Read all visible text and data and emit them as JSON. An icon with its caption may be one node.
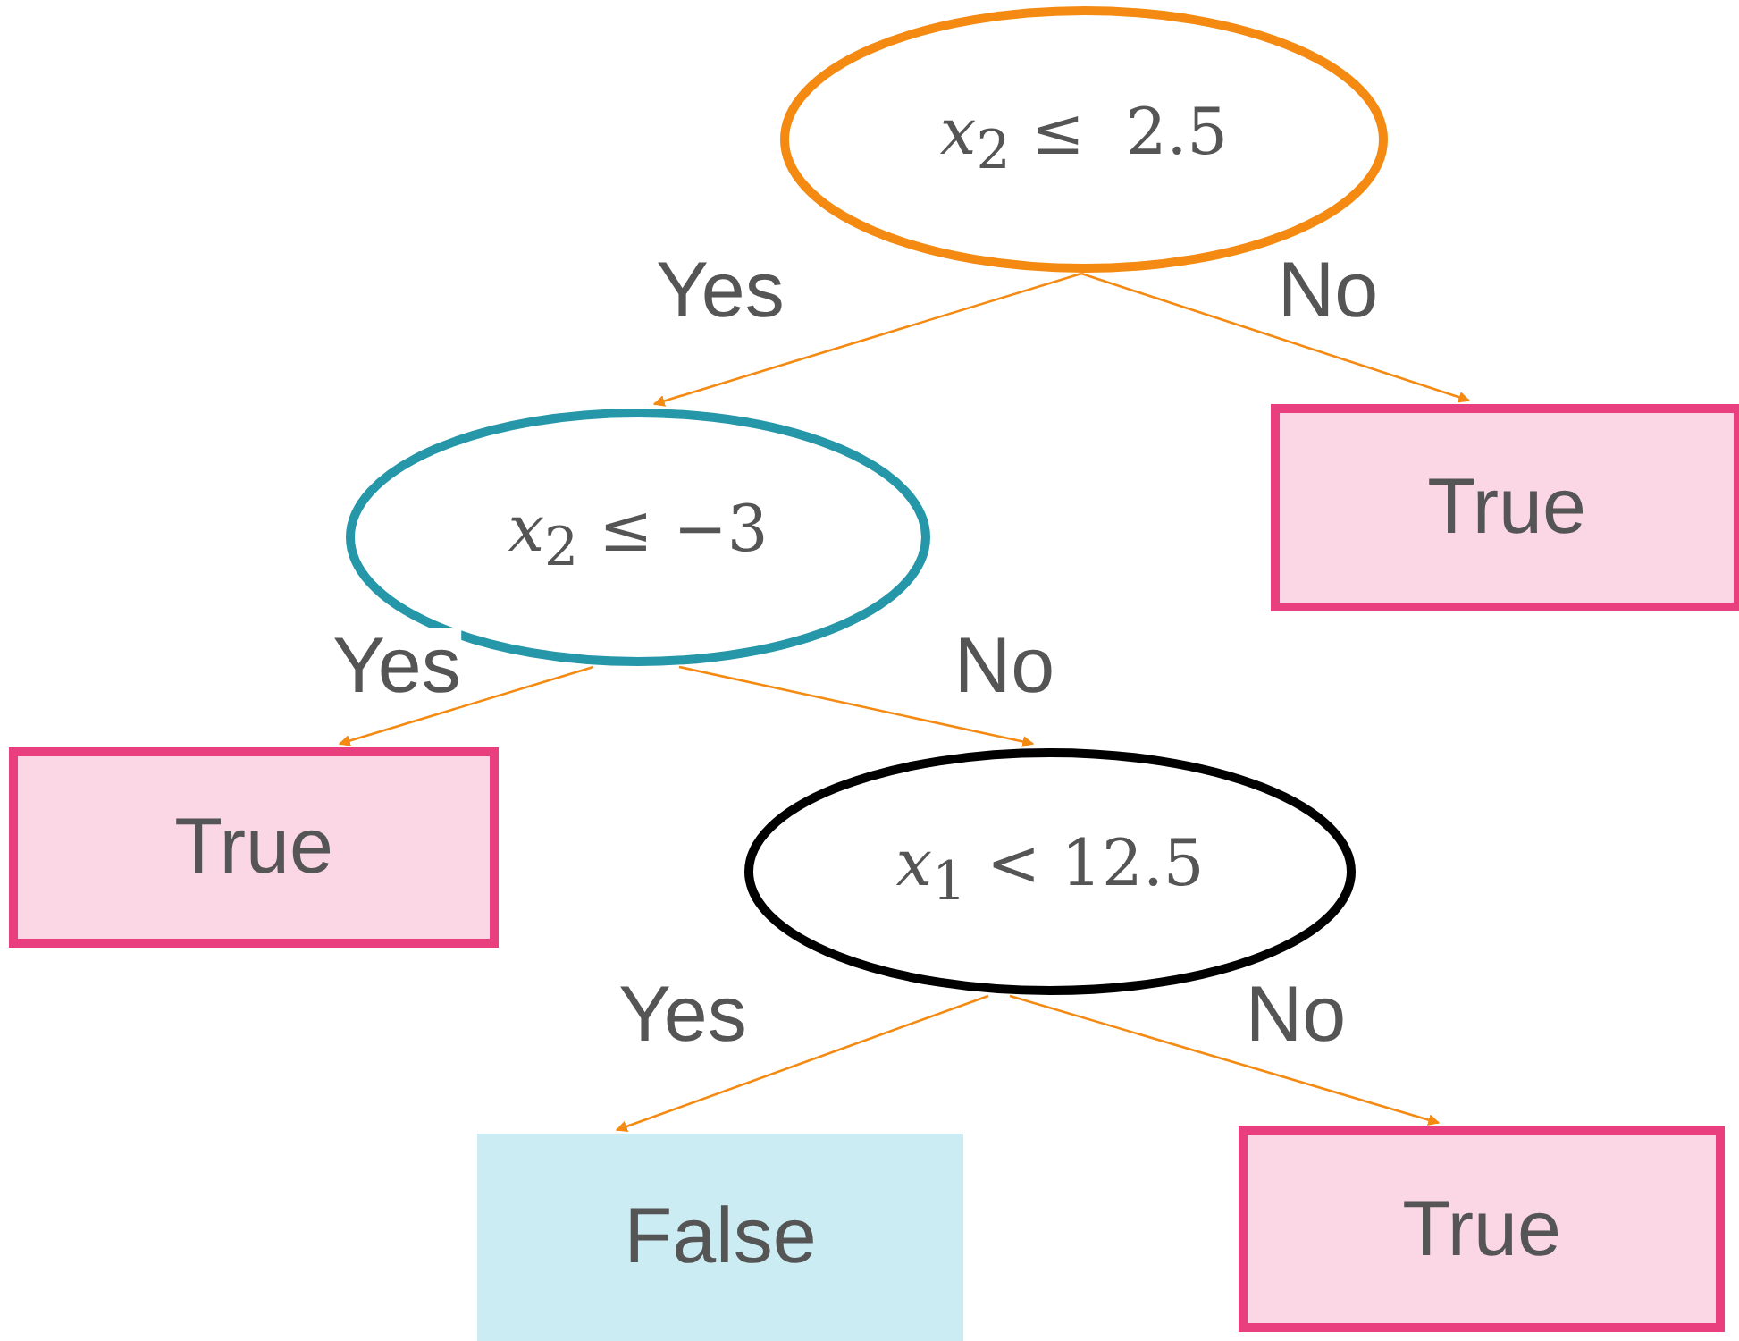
{
  "diagram": {
    "nodes": [
      {
        "text": [
          "*x*$_{2}$ ≤  2.5"
        ]
      },
      {
        "text": [
          "True"
        ]
      },
      {
        "text": [
          "*x*$_{2}$ ≤ −3"
        ]
      },
      {
        "text": [
          "True"
        ]
      },
      {
        "text": [
          "*x*$_{1}$ < 12.5"
        ]
      },
      {
        "text": [
          "False"
        ]
      },
      {
        "text": [
          "True"
        ]
      }
    ],
    "edges": [
      {
        "from": 0,
        "to": 2,
        "arrow": "to",
        "label": "Yes"
      },
      {
        "from": 0,
        "to": 1,
        "arrow": "to",
        "label": "No"
      },
      {
        "from": 2,
        "to": 3,
        "arrow": "to",
        "label": "Yes"
      },
      {
        "from": 2,
        "to": 4,
        "arrow": "to",
        "label": "No"
      },
      {
        "from": 4,
        "to": 5,
        "arrow": "to",
        "label": "Yes"
      },
      {
        "from": 4,
        "to": 6,
        "arrow": "to",
        "label": "No"
      }
    ]
  }
}
